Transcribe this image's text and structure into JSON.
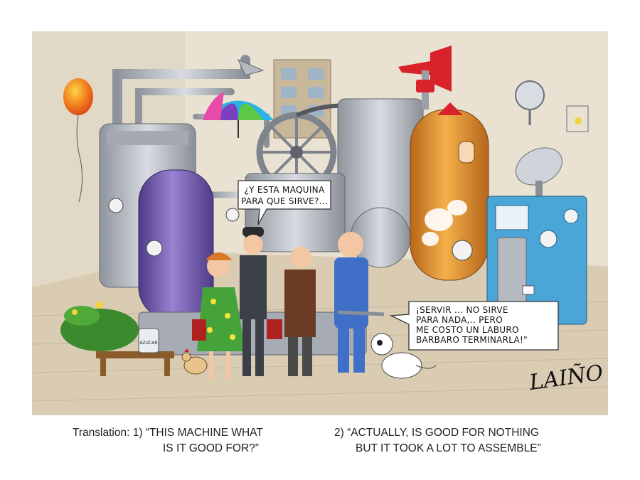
{
  "bubbles": {
    "question": {
      "line1": "¿Y ESTA MAQUINA",
      "line2": "PARA QUE SIRVE?..."
    },
    "answer": {
      "line1": "¡SERVIR ... NO SIRVE",
      "line2": "PARA NADA,.. PERO",
      "line3": "ME COSTO UN LABURO",
      "line4": "BARBARO TERMINARLA!\""
    }
  },
  "labels": {
    "sugar_jar": "AZUCAR"
  },
  "signature": "LAIÑO",
  "caption": {
    "part1_line1": "Translation: 1) “THIS MACHINE WHAT",
    "part1_line2": "IS IT GOOD FOR?”",
    "part2_line1": "2) “ACTUALLY, IS GOOD FOR NOTHING",
    "part2_line2": "BUT IT TOOK A LOT TO ASSEMBLE”"
  },
  "colors": {
    "wall": "#e9e1d2",
    "floor": "#d9ccb3",
    "purple_tank": "#7b5fb0",
    "orange_tank": "#e89a2a",
    "blue_panel": "#4aa6d6",
    "red_horn": "#d8232a",
    "balloon": "#f07a1c"
  }
}
